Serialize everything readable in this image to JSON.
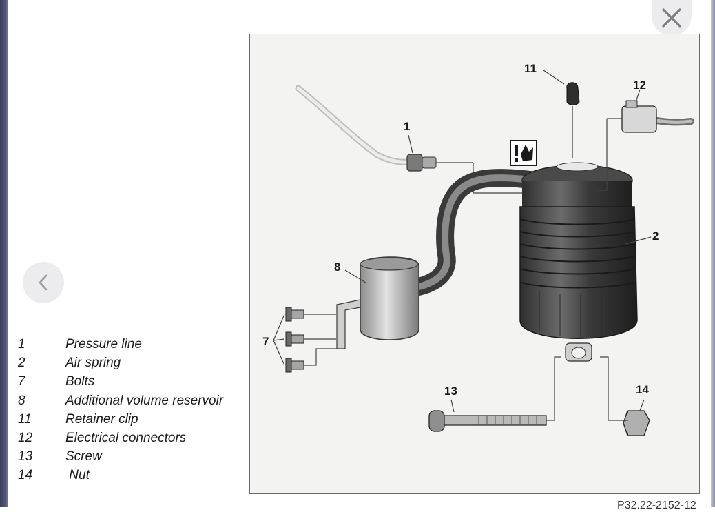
{
  "legend": [
    {
      "num": "1",
      "text": "Pressure line"
    },
    {
      "num": "2",
      "text": "Air spring"
    },
    {
      "num": "7",
      "text": "Bolts"
    },
    {
      "num": "8",
      "text": "Additional volume reservoir"
    },
    {
      "num": "11",
      "text": "Retainer clip"
    },
    {
      "num": "12",
      "text": "Electrical connectors"
    },
    {
      "num": "13",
      "text": "Screw"
    },
    {
      "num": "14",
      "text": " Nut"
    }
  ],
  "callouts": {
    "c1": "1",
    "c2": "2",
    "c7": "7",
    "c8": "8",
    "c11": "11",
    "c12": "12",
    "c13": "13",
    "c14": "14"
  },
  "reference_code": "P32.22-2152-12",
  "icons": {
    "close": "close-icon",
    "prev": "chevron-left-icon",
    "warning": "caution-symbol-icon"
  }
}
